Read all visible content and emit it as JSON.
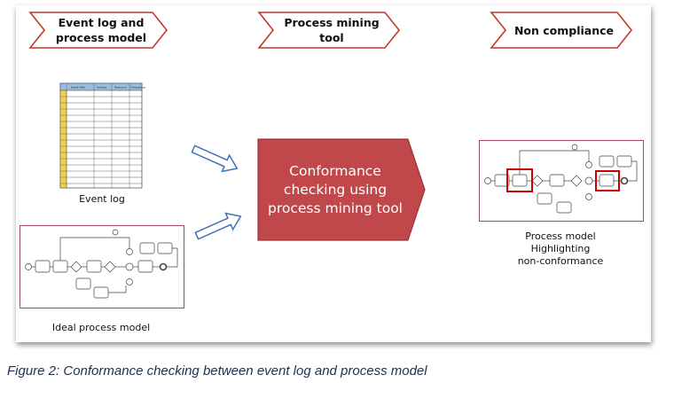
{
  "header_steps": [
    {
      "label": "Event log and\nprocess model"
    },
    {
      "label": "Process mining\ntool"
    },
    {
      "label": "Non compliance"
    }
  ],
  "event_log": {
    "caption": "Event log",
    "columns": [
      "Event Title",
      "Activity",
      "Resource",
      "Timestamp"
    ]
  },
  "ideal_model": {
    "caption": "Ideal process model"
  },
  "center_box": {
    "label": "Conformance checking using process mining tool"
  },
  "result_model": {
    "caption": "Process model\nHighlighting\nnon-conformance"
  },
  "figure_caption": "Figure 2: Conformance checking between event log and process model",
  "colors": {
    "chevron_border": "#c0392b",
    "center_fill": "#c0474a",
    "arrow_outline": "#3e73b8",
    "highlight": "#cc0000",
    "spreadsheet_header": "#9bbbe0",
    "row_numbers": "#f2d04b"
  }
}
